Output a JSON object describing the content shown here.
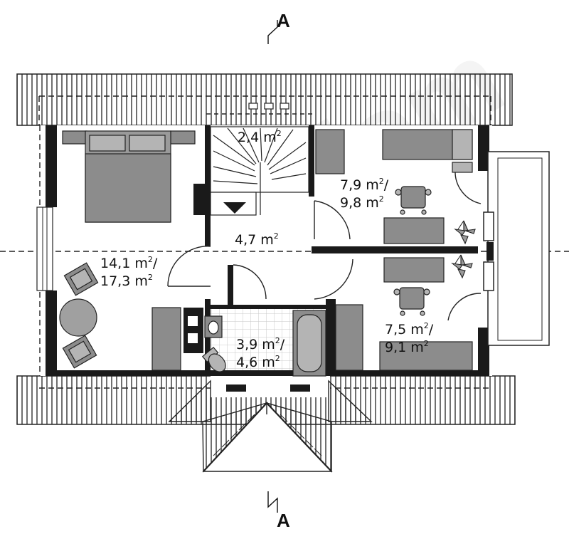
{
  "section_marker": {
    "label": "A"
  },
  "watermark": {
    "text": "extradom"
  },
  "rooms": {
    "stair": {
      "area": "2,4 m"
    },
    "hall": {
      "area": "4,7 m"
    },
    "bedroom": {
      "area1": "14,1 m",
      "area2": "17,3 m",
      "sep": "/"
    },
    "room_ne": {
      "area1": "7,9 m",
      "area2": "9,8 m",
      "sep": "/"
    },
    "room_se": {
      "area1": "7,5 m",
      "area2": "9,1 m",
      "sep": "/"
    },
    "bathroom": {
      "area1": "3,9 m",
      "area2": "4,6 m",
      "sep": "/"
    }
  },
  "unit_exponent": "2",
  "colors": {
    "wall": "#1a1a1a",
    "furniture": "#8c8c8c",
    "furniture_light": "#b4b4b4",
    "tile": "#cfcfcf",
    "background": "#ffffff"
  }
}
